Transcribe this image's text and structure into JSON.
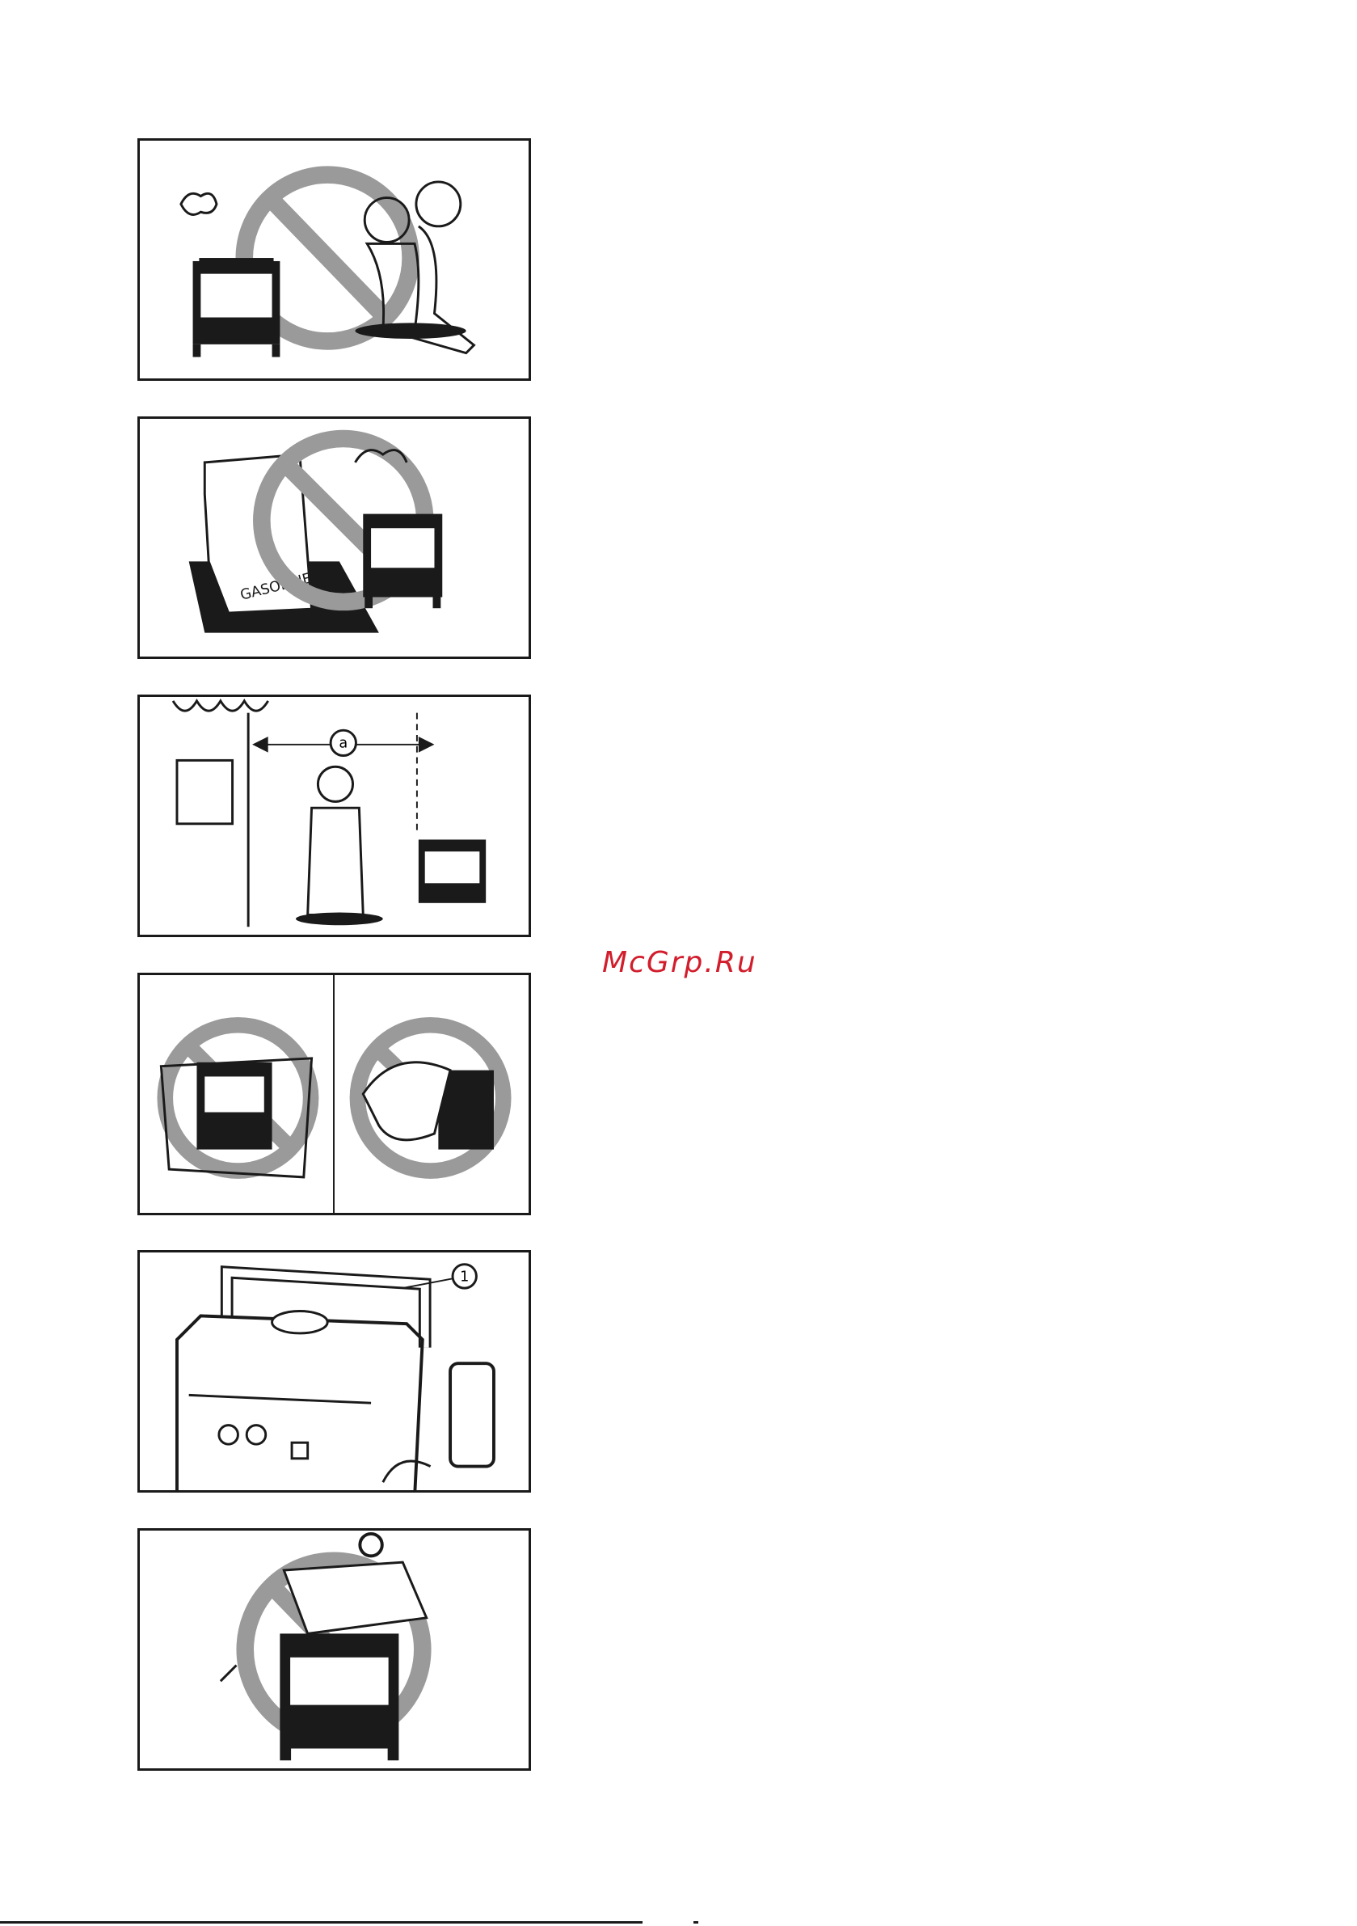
{
  "illustrations": [
    {
      "id": "p1",
      "subject": "exhaust-fumes-children-prohibited"
    },
    {
      "id": "p2",
      "subject": "fuel-near-generator-prohibited",
      "label": "GASOLINE"
    },
    {
      "id": "p3",
      "subject": "keep-distance-from-building",
      "callout": "a"
    },
    {
      "id": "p4",
      "subject": "do-not-cover-generator"
    },
    {
      "id": "p5",
      "subject": "carry-handle",
      "callout": "1"
    },
    {
      "id": "p6",
      "subject": "do-not-place-objects-on-generator"
    }
  ],
  "watermark": "McGrp.Ru",
  "colors": {
    "watermark": "#d21d2c",
    "ink": "#1a1a1a",
    "prohibition": "#9a9a9a"
  }
}
